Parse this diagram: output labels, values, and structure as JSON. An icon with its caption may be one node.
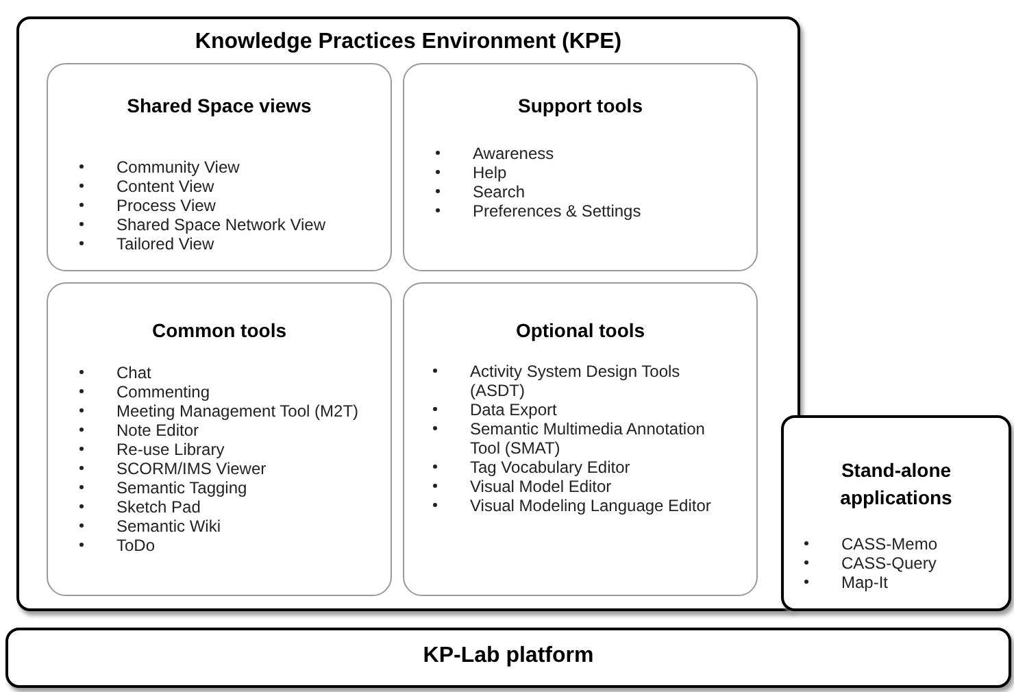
{
  "diagram": {
    "nodes": [
      {
        "text": [
          "Knowledge Practices Environment (KPE)"
        ]
      },
      {
        "text": [
          "Shared Space views",
          "Community View",
          "Content View",
          "Process View",
          "Shared Space Network View",
          "Tailored View"
        ],
        "in": 0
      },
      {
        "text": [
          "Support tools",
          "Awareness",
          "Help",
          "Search",
          "Preferences & Settings"
        ],
        "in": 0
      },
      {
        "text": [
          "Common tools",
          "Chat",
          "Commenting",
          "Meeting Management Tool (M2T)",
          "Note Editor",
          "Re-use Library",
          "SCORM/IMS Viewer",
          "Semantic Tagging",
          "Sketch Pad",
          "Semantic Wiki",
          "ToDo"
        ],
        "in": 0
      },
      {
        "text": [
          "Optional tools",
          "Activity System Design Tools (ASDT)",
          "Data Export",
          "Semantic Multimedia Annotation Tool (SMAT)",
          "Tag Vocabulary Editor",
          "Visual Model Editor",
          "Visual Modeling  Language Editor"
        ],
        "in": 0
      },
      {
        "text": [
          "Stand-alone applications",
          "CASS-Memo",
          "CASS-Query",
          "Map-It"
        ]
      },
      {
        "text": [
          "KP-Lab platform"
        ]
      }
    ]
  }
}
